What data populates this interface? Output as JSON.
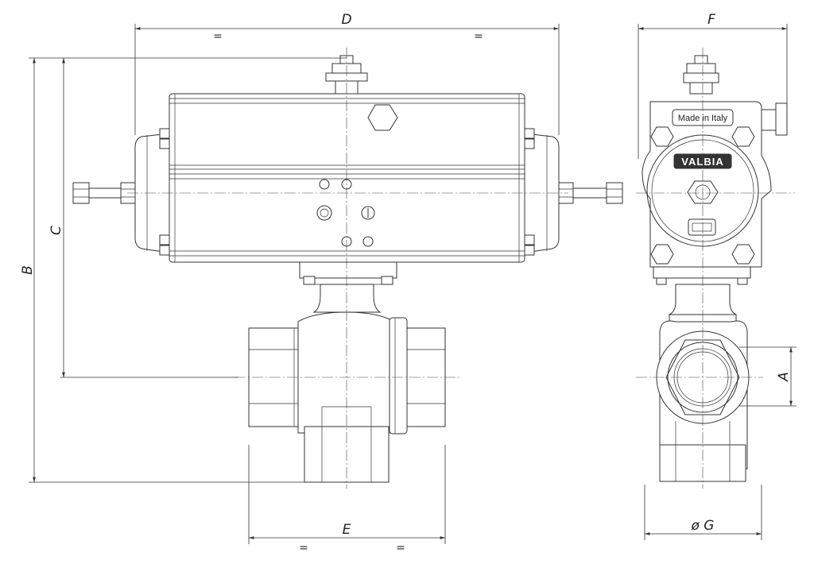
{
  "dimensions": {
    "D": "D",
    "C": "C",
    "B": "B",
    "E": "E",
    "F": "F",
    "A": "A",
    "G": "ø G",
    "equal": "="
  },
  "nameplate": {
    "made_in": "Made in Italy",
    "brand": "VALBIA"
  }
}
